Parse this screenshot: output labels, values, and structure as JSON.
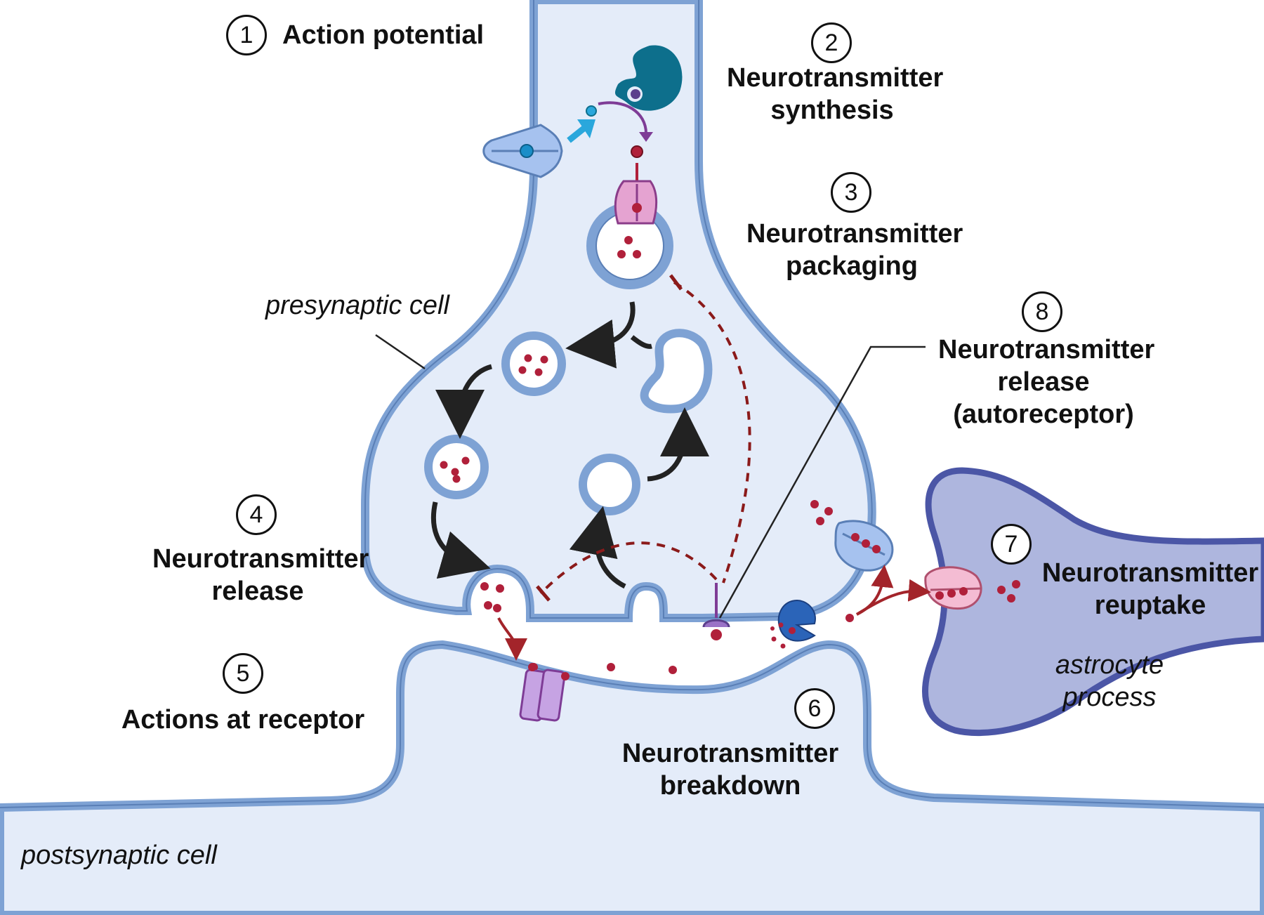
{
  "labels": {
    "presynaptic": "presynaptic cell",
    "postsynaptic": "postsynaptic cell",
    "astrocyte_line1": "astrocyte",
    "astrocyte_line2": "process"
  },
  "steps": [
    {
      "number": "1",
      "lines": [
        "Action potential"
      ]
    },
    {
      "number": "2",
      "lines": [
        "Neurotransmitter",
        "synthesis"
      ]
    },
    {
      "number": "3",
      "lines": [
        "Neurotransmitter",
        "packaging"
      ]
    },
    {
      "number": "4",
      "lines": [
        "Neurotransmitter",
        "release"
      ]
    },
    {
      "number": "5",
      "lines": [
        "Actions at receptor"
      ]
    },
    {
      "number": "6",
      "lines": [
        "Neurotransmitter",
        "breakdown"
      ]
    },
    {
      "number": "7",
      "lines": [
        "Neurotransmitter",
        "reuptake"
      ]
    },
    {
      "number": "8",
      "lines": [
        "Neurotransmitter",
        "release",
        "(autoreceptor)"
      ]
    }
  ],
  "colors": {
    "cell_fill": "#e4ecf9",
    "membrane": "#7ea2d4",
    "membrane_dark": "#5a7fb6",
    "astrocyte_fill": "#aeb6de",
    "astrocyte_border": "#4b56a6",
    "neurotransmitter": "#b0203a",
    "inhibition": "#8b1a1a",
    "enzyme": "#0d6f8c",
    "transporter": "#3ea7e0",
    "arrow": "#222222"
  }
}
